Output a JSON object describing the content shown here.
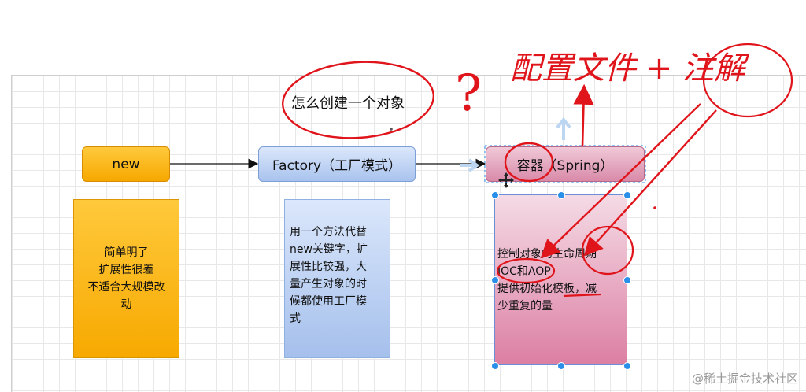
{
  "diagram": {
    "title": "怎么创建一个对象",
    "nodes": {
      "new": "new",
      "factory": "Factory（工厂模式）",
      "container": "容器（Spring）"
    },
    "notes": {
      "new": [
        "简单明了",
        "扩展性很差",
        "不适合大规模改",
        "动"
      ],
      "factory": [
        "用一个方法代替",
        "new关键字，扩",
        "展性比较强，大",
        "量产生对象的时",
        "候都使用工厂模",
        "式"
      ],
      "container": [
        "控制对象的生命周期",
        "IOC和AOP",
        "提供初始化模板，减",
        "少重复的量"
      ]
    }
  },
  "annotations": {
    "question_mark": "?",
    "handwriting": "配置文件 + 注解"
  },
  "watermark": "@稀土掘金技术社区",
  "colors": {
    "new_fill": "#f6a800",
    "factory_fill": "#a9c3ee",
    "container_fill": "#d98aa8",
    "ink": "#e0151b",
    "selection": "#2a8fe8"
  }
}
